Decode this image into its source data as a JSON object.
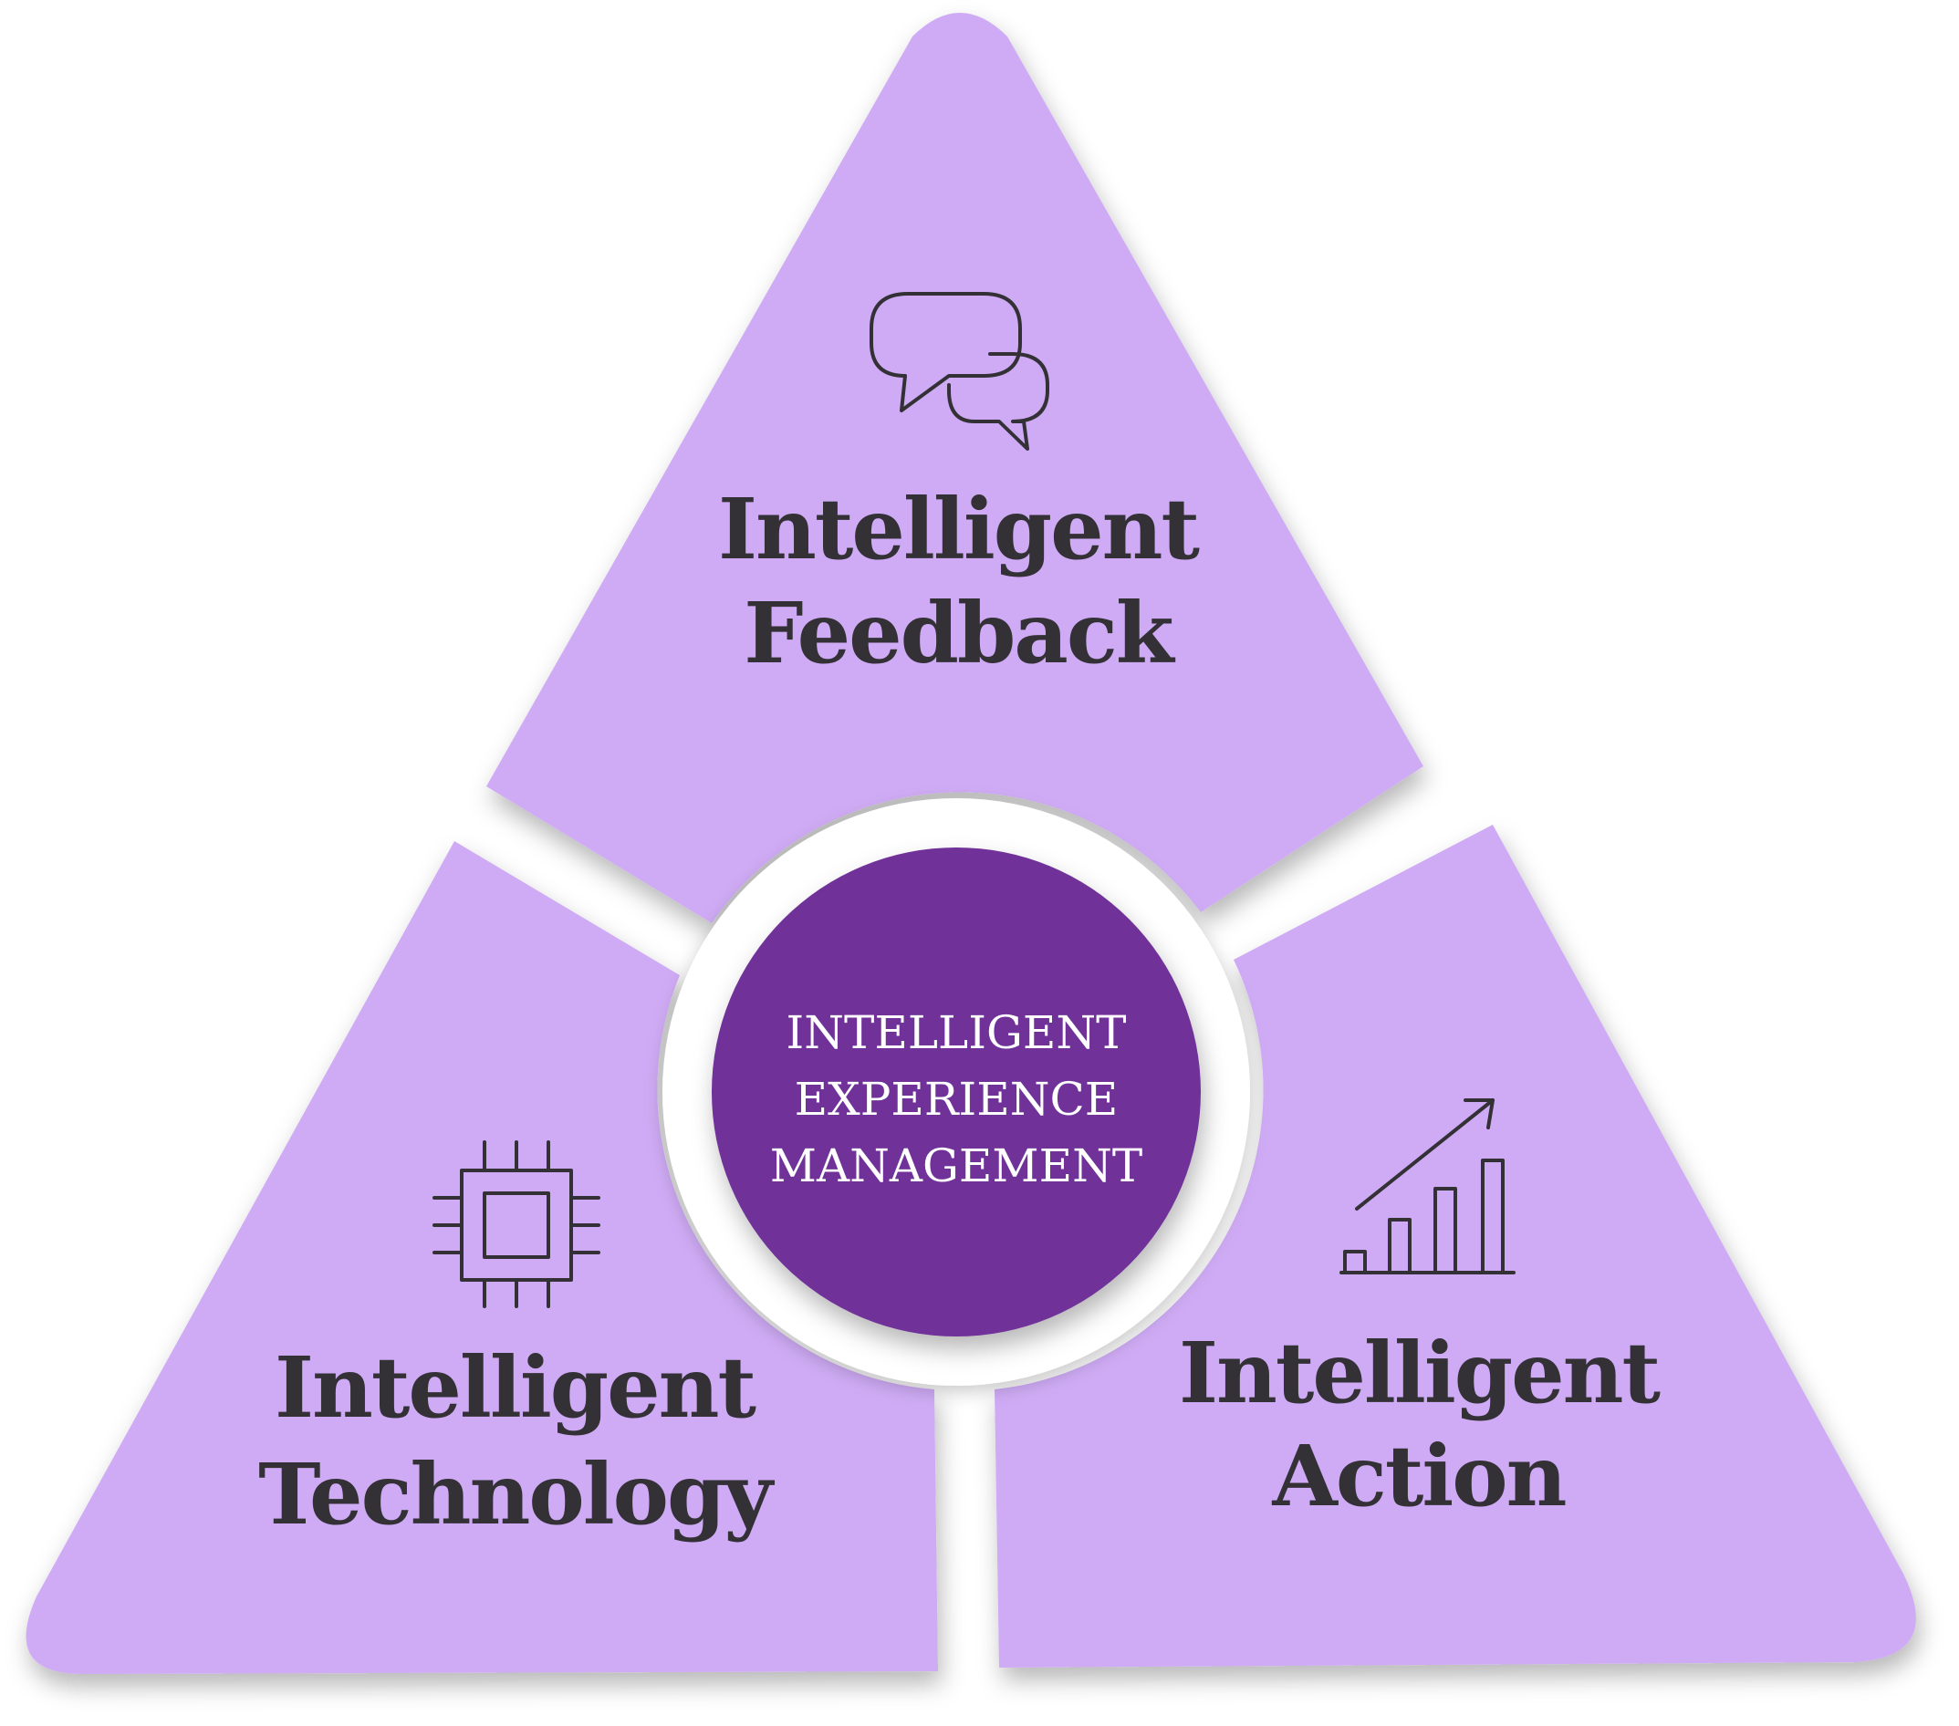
{
  "colors": {
    "segment_fill": "#CFABF5",
    "center_fill": "#6F3199",
    "center_text": "#FFFFFF",
    "segment_text": "#333136",
    "icon_stroke": "#333136",
    "background": "#FFFFFF"
  },
  "center": {
    "lines": [
      "INTELLIGENT",
      "EXPERIENCE",
      "MANAGEMENT"
    ]
  },
  "segments": {
    "top": {
      "icon": "chat-bubbles-icon",
      "lines": [
        "Intelligent",
        "Feedback"
      ]
    },
    "left": {
      "icon": "microchip-icon",
      "lines": [
        "Intelligent",
        "Technology"
      ]
    },
    "right": {
      "icon": "growth-bar-chart-icon",
      "lines": [
        "Intelligent",
        "Action"
      ]
    }
  }
}
